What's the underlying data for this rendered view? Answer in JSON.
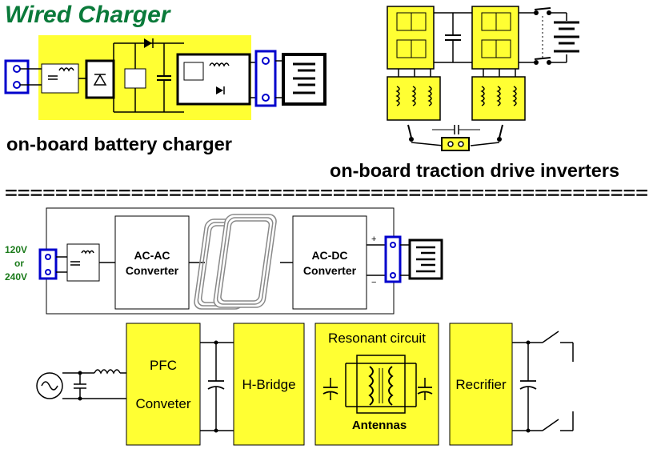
{
  "header": {
    "title": "Wired Charger",
    "title_color": "#0a7a3a"
  },
  "top_left": {
    "caption": "on-board battery charger"
  },
  "top_right": {
    "caption": "on-board traction drive inverters"
  },
  "separator": {
    "text": "==================================================="
  },
  "middle": {
    "voltage_lines": [
      "120V",
      "or",
      "240V"
    ],
    "voltage_color": "#1a7a1a",
    "block1_lines": [
      "AC-AC",
      "Converter"
    ],
    "block2_lines": [
      "AC-DC",
      "Converter"
    ],
    "plus": "+",
    "minus": "−"
  },
  "bottom": {
    "pfc_lines": [
      "PFC",
      "Conveter"
    ],
    "hbridge": "H-Bridge",
    "resonant_title": "Resonant circuit",
    "antennas": "Antennas",
    "rectifier": "Recrifier"
  },
  "colors": {
    "yellow": "#ffff33",
    "blue": "#0000cc",
    "black": "#000000"
  }
}
